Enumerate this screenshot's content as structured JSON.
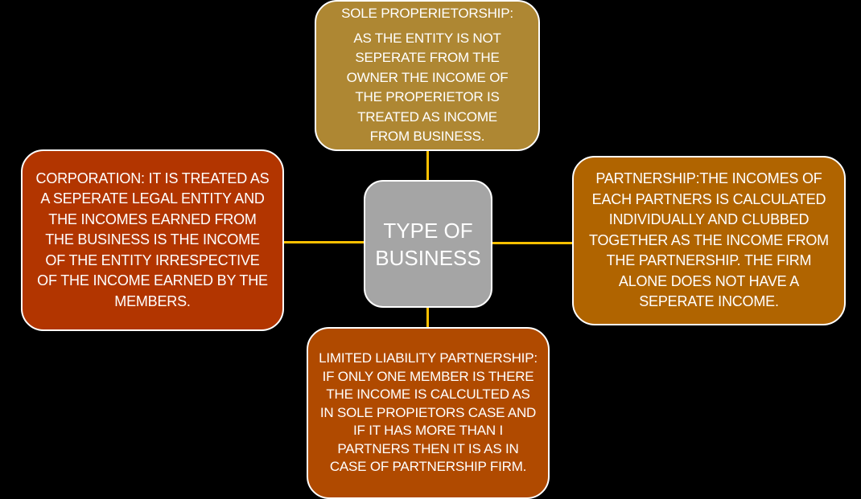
{
  "diagram": {
    "type": "radial-hub-and-spoke",
    "colors": {
      "background": "#000000",
      "connector": "#ffc000",
      "border": "#ffffff",
      "text": "#ffffff"
    },
    "center": {
      "label_line1": "TYPE OF",
      "label_line2": "BUSINESS",
      "color": "#a5a5a5"
    },
    "nodes": {
      "top": {
        "title": "SOLE PROPERIETORSHIP:",
        "text": "AS THE ENTITY IS NOT SEPERATE FROM THE OWNER THE INCOME OF THE PROPERIETOR IS TREATED AS INCOME FROM BUSINESS.",
        "color": "#ae8733"
      },
      "left": {
        "text": "CORPORATION:  IT IS TREATED AS A SEPERATE LEGAL ENTITY AND THE INCOMES EARNED FROM THE BUSINESS IS THE INCOME OF THE ENTITY IRRESPECTIVE OF THE INCOME EARNED BY THE MEMBERS.",
        "color": "#b23500"
      },
      "right": {
        "text": "PARTNERSHIP:THE INCOMES OF EACH PARTNERS IS CALCULATED INDIVIDUALLY AND CLUBBED TOGETHER AS THE INCOME FROM THE PARTNERSHIP. THE FIRM ALONE DOES NOT HAVE A SEPERATE INCOME.",
        "color": "#b06400"
      },
      "bottom": {
        "text": "LIMITED LIABILITY PARTNERSHIP: IF ONLY ONE MEMBER IS THERE THE INCOME IS CALCULTED AS IN SOLE PROPIETORS CASE AND IF IT HAS MORE THAN I PARTNERS THEN IT IS AS IN CASE OF PARTNERSHIP FIRM.",
        "color": "#b04a00"
      }
    }
  }
}
